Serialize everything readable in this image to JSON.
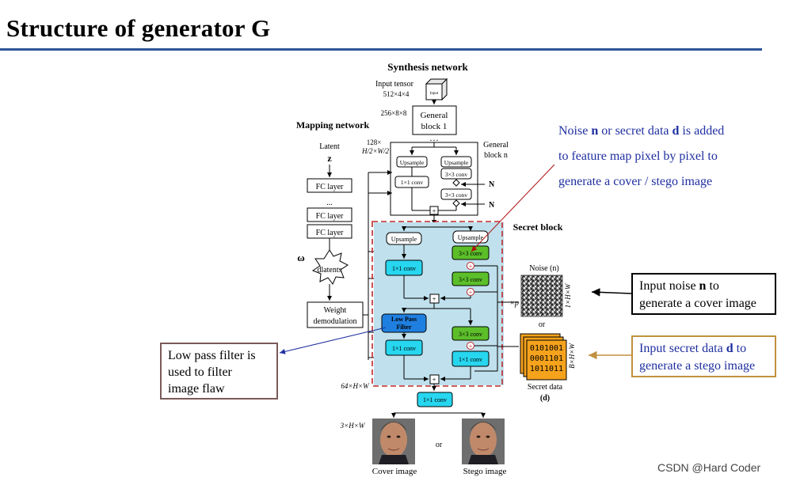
{
  "slide": {
    "title": "Structure of generator G"
  },
  "diagram": {
    "synthesis_title": "Synthesis network",
    "input_tensor": "Input tensor",
    "input_dim": "512×4×4",
    "input_cube_label": "Input",
    "dim_256": "256×8×8",
    "general_block_1_a": "General",
    "general_block_1_b": "block 1",
    "dots": "…",
    "dim_128_a": "128×",
    "dim_128_b": "H/2×W/2",
    "general_block_n_a": "General",
    "general_block_n_b": "block n",
    "upsample": "Upsample",
    "conv3": "3×3 conv",
    "conv1": "1×1 conv",
    "noise_N": "N",
    "mapping_title": "Mapping network",
    "latent": "Latent",
    "latent_z": "z",
    "fc_layer": "FC layer",
    "vdots": "...",
    "omega": "ω",
    "dlatents": "dlatents",
    "weight_demod_a": "Weight",
    "weight_demod_b": "demodulation",
    "secret_block": "Secret block",
    "low_pass_a": "Low Pass",
    "low_pass_b": "Filter",
    "plus": "+",
    "dim_64": "64×H×W",
    "dim_3": "3×H×W",
    "noise_label": "Noise (n)",
    "noise_dim": "1×H×W",
    "times_p": "×p",
    "or": "or",
    "secret_bits": [
      "0101001",
      "0001101",
      "1011011"
    ],
    "secret_dim": "B×H×W",
    "secret_data_a": "Secret data",
    "secret_data_b": "(d)",
    "cover_image": "Cover image",
    "stego_image": "Stego image"
  },
  "callouts": {
    "noise_note_1": "Noise n or secret data d is added",
    "noise_note_2": "to feature map pixel by pixel to",
    "noise_note_3": "generate a cover / stego image",
    "input_noise_1": "Input noise n to",
    "input_noise_2": "generate a cover image",
    "input_secret_1": "Input secret data d to",
    "input_secret_2": "generate a stego image",
    "low_pass_1": "Low pass filter is",
    "low_pass_2": "used to filter",
    "low_pass_3": "image flaw"
  },
  "watermark": "CSDN @Hard Coder",
  "colors": {
    "title_rule": "#2f5597",
    "secret_bg": "#bfe0ec",
    "secret_border": "#c0282d",
    "conv_cyan": "#27d6ef",
    "conv_green": "#5cbf2a",
    "filter_blue": "#1f7fe0",
    "bits_orange": "#f5a21c",
    "arrow_red": "#b01010",
    "arrow_blue": "#1f2fa0",
    "arrow_tan": "#c0913f",
    "text_blue": "#1f2fa0"
  }
}
